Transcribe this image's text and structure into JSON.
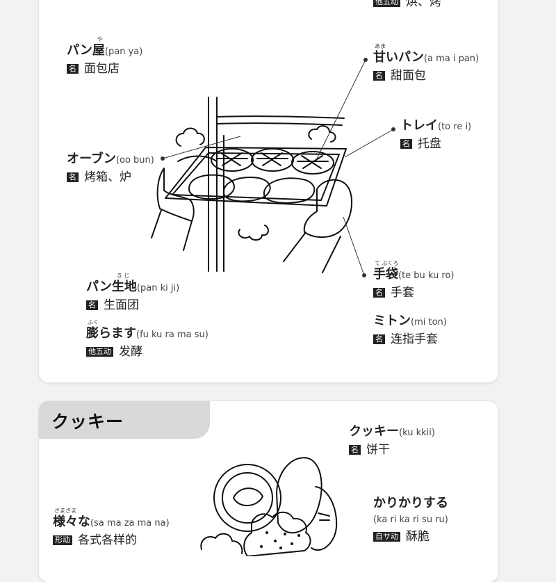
{
  "top_partial": {
    "pos": "他五动",
    "meaning": "烘、烤"
  },
  "bread_entries": [
    {
      "id": "panya",
      "ruby": "や",
      "word": "パン屋",
      "romaji": "(pan ya)",
      "pos": "名",
      "meaning": "面包店"
    },
    {
      "id": "amaipan",
      "ruby": "あま",
      "word": "甘いパン",
      "romaji": "(a ma i pan)",
      "pos": "名",
      "meaning": "甜面包"
    },
    {
      "id": "torei",
      "ruby": "",
      "word": "トレイ",
      "romaji": "(to re i)",
      "pos": "名",
      "meaning": "托盘"
    },
    {
      "id": "oobun",
      "ruby": "",
      "word": "オーブン",
      "romaji": "(oo bun)",
      "pos": "名",
      "meaning": "烤箱、炉"
    },
    {
      "id": "pankiji",
      "ruby": "き  じ",
      "word": "パン生地",
      "romaji": "(pan ki ji)",
      "pos": "名",
      "meaning": "生面团"
    },
    {
      "id": "tebukuro",
      "ruby": "て   ぶくろ",
      "word": "手袋",
      "romaji": "(te bu ku ro)",
      "pos": "名",
      "meaning": "手套"
    },
    {
      "id": "fukuramasu",
      "ruby": "ふく",
      "word": "膨らます",
      "romaji": "(fu ku ra ma su)",
      "pos": "他五动",
      "meaning": "发酵"
    },
    {
      "id": "miton",
      "ruby": "",
      "word": "ミトン",
      "romaji": "(mi ton)",
      "pos": "名",
      "meaning": "连指手套"
    }
  ],
  "cookie_section": {
    "title": "クッキー",
    "entries": [
      {
        "id": "kukkii",
        "ruby": "",
        "word": "クッキー",
        "romaji": "(ku kkii)",
        "pos": "名",
        "meaning": "饼干"
      },
      {
        "id": "karikari",
        "ruby": "",
        "word": "かりかりする",
        "romaji": "(ka ri ka ri su ru)",
        "pos": "自サ动",
        "meaning": "酥脆"
      },
      {
        "id": "samazama",
        "ruby": "さまざま",
        "word": "様々な",
        "romaji": "(sa ma za ma na)",
        "pos": "形动",
        "meaning": "各式各样的"
      }
    ]
  }
}
